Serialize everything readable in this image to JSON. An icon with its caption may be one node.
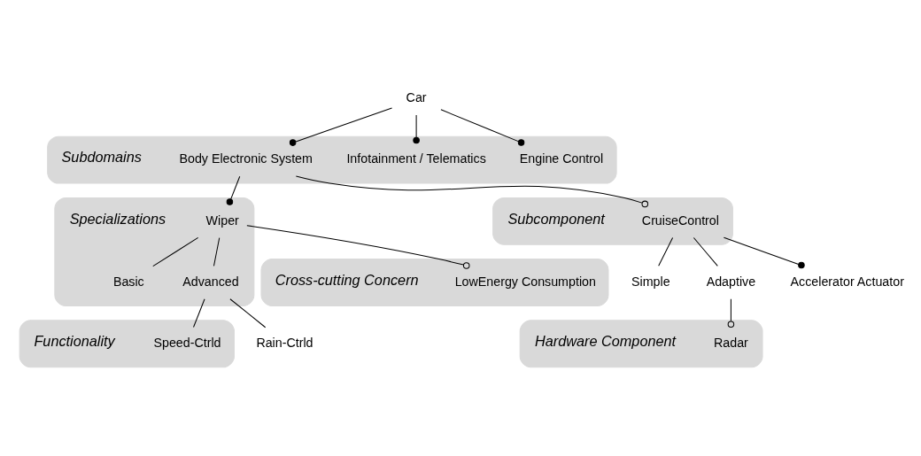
{
  "diagram": {
    "nodes": [
      {
        "text": [
          "Car"
        ]
      },
      {
        "text": [
          "Subdomains"
        ]
      },
      {
        "text": [
          "Engine Control"
        ],
        "in": 1
      },
      {
        "text": [
          "Infotainment / Telematics"
        ],
        "in": 1
      },
      {
        "text": [
          "Body Electronic System"
        ],
        "in": 1
      },
      {
        "text": [
          "Specializations"
        ]
      },
      {
        "text": [
          "Wiper"
        ],
        "in": 5
      },
      {
        "text": [
          "Subcomponent"
        ]
      },
      {
        "text": [
          "CruiseControl"
        ],
        "in": 7
      },
      {
        "text": [
          "Basic"
        ],
        "in": 5
      },
      {
        "text": [
          "Advanced"
        ],
        "in": 5
      },
      {
        "text": [
          "Cross-cutting Concern"
        ]
      },
      {
        "text": [
          "LowEnergy Consumption"
        ],
        "in": 11
      },
      {
        "text": [
          "Simple"
        ]
      },
      {
        "text": [
          "Adaptive"
        ]
      },
      {
        "text": [
          "Accelerator Actuator"
        ]
      },
      {
        "text": [
          "Functionality"
        ]
      },
      {
        "text": [
          "Speed-Ctrld"
        ],
        "in": 16
      },
      {
        "text": [
          "Rain-Ctrld"
        ]
      },
      {
        "text": [
          "Hardware Component"
        ]
      },
      {
        "text": [
          "Radar"
        ],
        "in": 19
      }
    ],
    "edges": [
      {
        "from": 0,
        "to": 2,
        "arrow": "other"
      },
      {
        "from": 0,
        "to": 3,
        "arrow": "other"
      },
      {
        "from": 0,
        "to": 4,
        "arrow": "other"
      },
      {
        "from": 4,
        "to": 6,
        "arrow": "other"
      },
      {
        "from": 4,
        "to": 8,
        "arrow": "other"
      },
      {
        "from": 6,
        "to": 9,
        "arrow": "none"
      },
      {
        "from": 6,
        "to": 10,
        "arrow": "none"
      },
      {
        "from": 6,
        "to": 12,
        "arrow": "other"
      },
      {
        "from": 8,
        "to": 13,
        "arrow": "none"
      },
      {
        "from": 8,
        "to": 14,
        "arrow": "none"
      },
      {
        "from": 8,
        "to": 15,
        "arrow": "other"
      },
      {
        "from": 10,
        "to": 17,
        "arrow": "none"
      },
      {
        "from": 10,
        "to": 18,
        "arrow": "none"
      },
      {
        "from": 14,
        "to": 20,
        "arrow": "other"
      }
    ]
  }
}
